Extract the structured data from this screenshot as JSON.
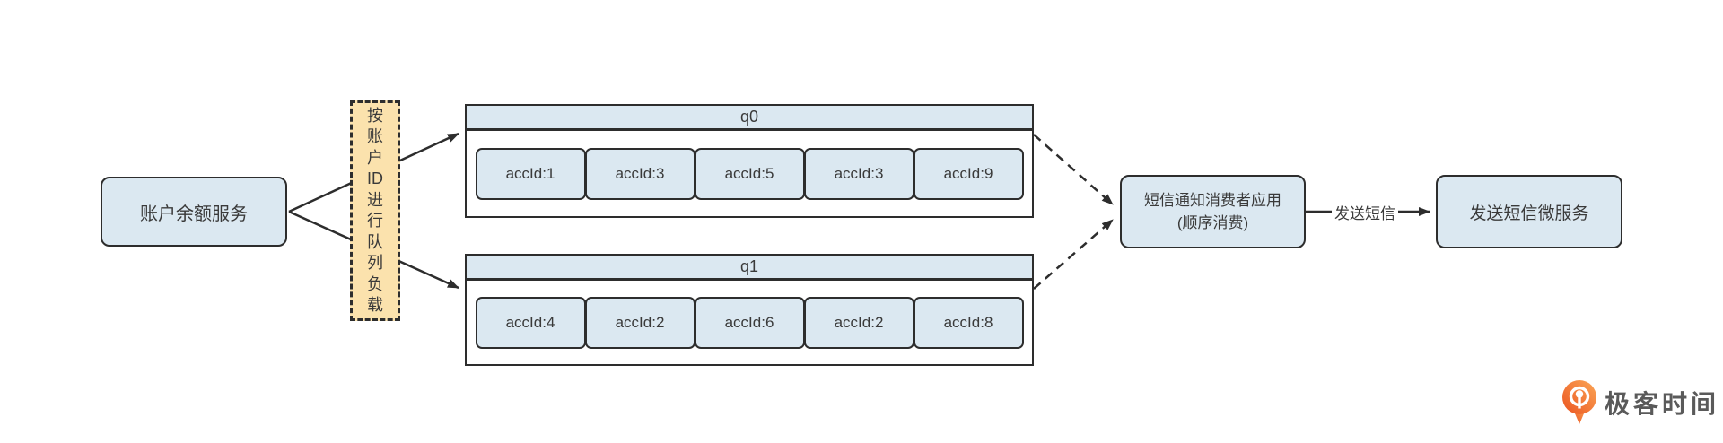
{
  "producer": {
    "label": "账户余额服务"
  },
  "note": {
    "text": "按账户ID进行队列负载",
    "lines": [
      "按",
      "账",
      "户",
      "ID",
      "进",
      "行",
      "队",
      "列",
      "负",
      "载"
    ]
  },
  "queues": [
    {
      "name": "q0",
      "messages": [
        "accId:1",
        "accId:3",
        "accId:5",
        "accId:3",
        "accId:9"
      ]
    },
    {
      "name": "q1",
      "messages": [
        "accId:4",
        "accId:2",
        "accId:6",
        "accId:2",
        "accId:8"
      ]
    }
  ],
  "consumer": {
    "line1": "短信通知消费者应用",
    "line2": "(顺序消费)"
  },
  "send_label": "发送短信",
  "sms_service": {
    "label": "发送短信微服务"
  },
  "logo": {
    "text": "极客时间"
  },
  "colors": {
    "box_fill": "#dbe8f1",
    "box_border": "#2d2d2d",
    "note_fill": "#fbe2ad",
    "text": "#3a3a3a",
    "logo_orange_dark": "#eb5420",
    "logo_orange_light": "#fba7573",
    "logo_text": "#5a5a5a"
  }
}
